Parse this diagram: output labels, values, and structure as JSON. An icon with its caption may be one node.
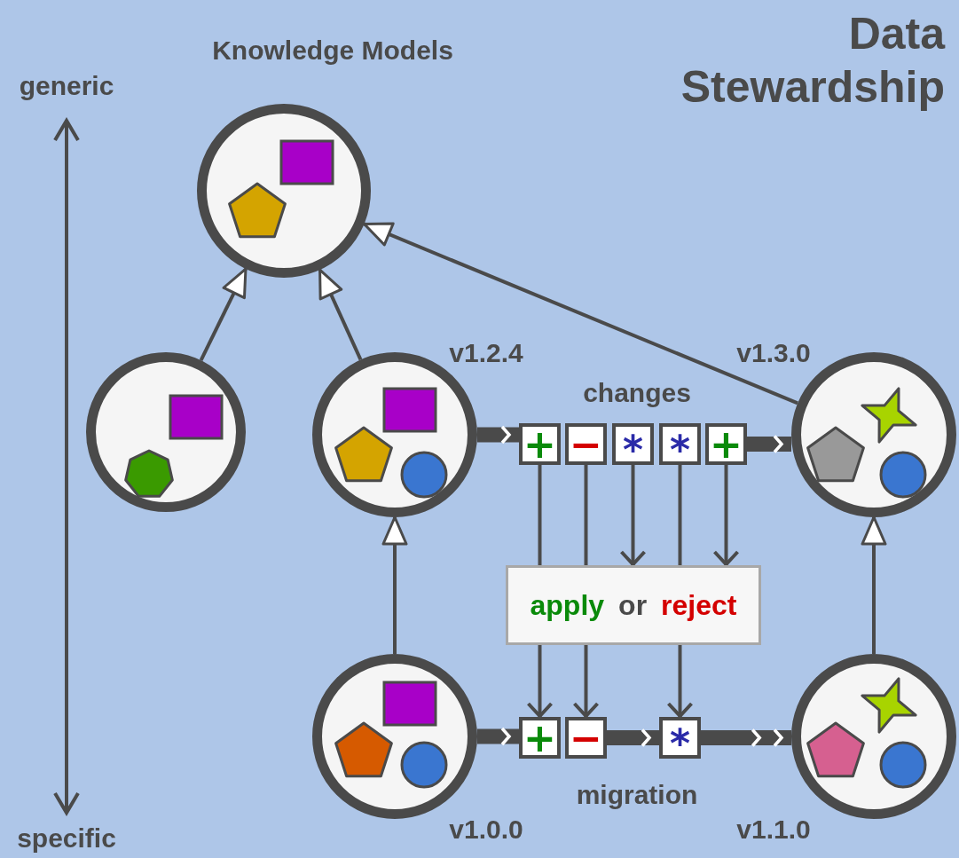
{
  "diagram": {
    "title": "Data Stewardship",
    "nodes": [
      {
        "text": [
          "Knowledge Models"
        ]
      },
      {
        "text": [],
        "shape": "circle"
      },
      {
        "text": [
          "v1.2.4"
        ]
      },
      {
        "text": [
          "v1.3.0"
        ]
      },
      {
        "text": [
          "v1.0.0"
        ]
      },
      {
        "text": [
          "v1.1.0"
        ]
      },
      {
        "text": [
          "+"
        ]
      },
      {
        "text": [
          "−"
        ]
      },
      {
        "text": [
          "*"
        ]
      },
      {
        "text": [
          "*"
        ]
      },
      {
        "text": [
          "+"
        ]
      },
      {
        "text": [
          "apply",
          "or",
          "reject"
        ]
      },
      {
        "text": [
          "+"
        ]
      },
      {
        "text": [
          "−"
        ]
      },
      {
        "text": [
          "*"
        ]
      }
    ],
    "edges": [
      {
        "from": 1,
        "to": 0,
        "arrow": "to"
      },
      {
        "from": 2,
        "to": 0,
        "arrow": "to"
      },
      {
        "from": 3,
        "to": 0,
        "arrow": "to"
      },
      {
        "from": 4,
        "to": 2,
        "arrow": "to"
      },
      {
        "from": 5,
        "to": 3,
        "arrow": "to"
      },
      {
        "from": 2,
        "to": 6,
        "arrow": "to",
        "style": "thick"
      },
      {
        "from": 10,
        "to": 3,
        "arrow": "to",
        "style": "thick"
      },
      {
        "from": 4,
        "to": 12,
        "arrow": "to",
        "style": "thick"
      },
      {
        "from": 13,
        "to": 14,
        "arrow": "to",
        "style": "thick"
      },
      {
        "from": 14,
        "to": 5,
        "arrow": "to",
        "style": "thick"
      },
      {
        "from": 6,
        "to": 11,
        "arrow": "none"
      },
      {
        "from": 7,
        "to": 11,
        "arrow": "none"
      },
      {
        "from": 8,
        "to": 11,
        "arrow": "to"
      },
      {
        "from": 9,
        "to": 11,
        "arrow": "none"
      },
      {
        "from": 10,
        "to": 11,
        "arrow": "to"
      },
      {
        "from": 11,
        "to": 12,
        "arrow": "to"
      },
      {
        "from": 11,
        "to": 13,
        "arrow": "to"
      },
      {
        "from": 11,
        "to": 14,
        "arrow": "to"
      }
    ],
    "labels": [
      "generic",
      "changes",
      "migration",
      "specific"
    ]
  }
}
